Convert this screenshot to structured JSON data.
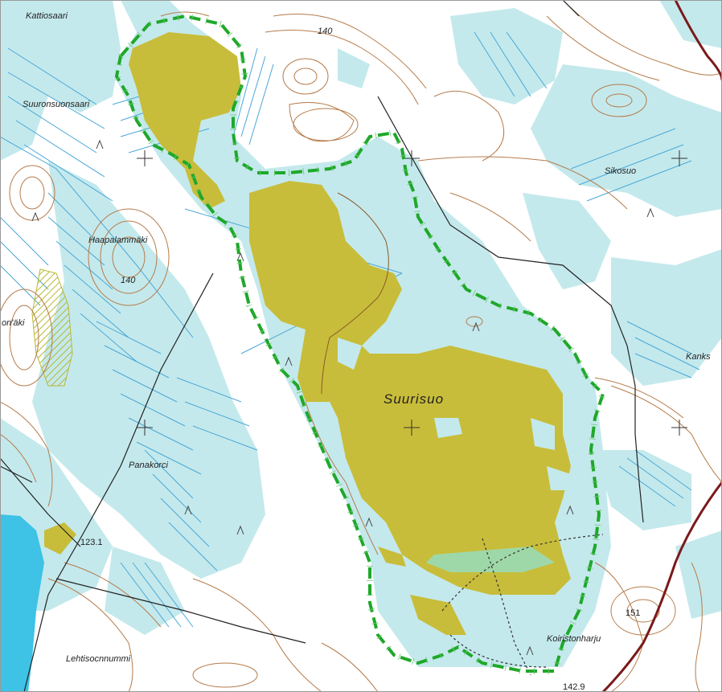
{
  "map": {
    "main_label": "Suurisuo",
    "place_labels": [
      "Kattiosaari",
      "Suuronsuonsaari",
      "Haapalammäki",
      "on'äki",
      "Panakorci",
      "Sikosuo",
      "Kanks",
      "Koiristonharju",
      "Lehtisocnnummi"
    ],
    "elevation_labels": [
      "140",
      "140",
      "123.1",
      "142.9",
      "151"
    ],
    "colors": {
      "bog": "#c8bd3a",
      "wetland": "#bfe8ea",
      "ditch": "#4aa8d8",
      "contour": "#b57b4a",
      "boundary": "#1fa82a",
      "lake": "#3ec2e6",
      "road": "#7a1a1a",
      "hatch": "#c8c83a"
    }
  }
}
